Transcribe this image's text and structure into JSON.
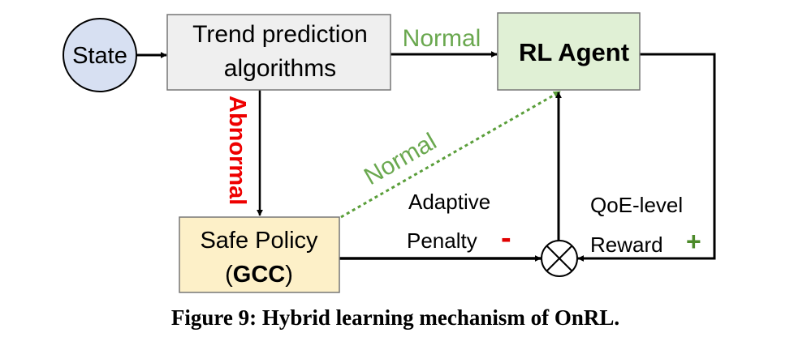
{
  "diagram": {
    "nodes": {
      "state": {
        "label": "State"
      },
      "trend": {
        "line1": "Trend prediction",
        "line2": "algorithms"
      },
      "rl_agent": {
        "label": "RL Agent"
      },
      "safe_policy": {
        "line1": "Safe Policy",
        "line2_prefix": "(",
        "line2_bold": "GCC",
        "line2_suffix": ")"
      },
      "combiner": {
        "symbol": "⊗"
      }
    },
    "edges": {
      "normal_top": "Normal",
      "abnormal": "Abnormal",
      "normal_dotted": "Normal",
      "adaptive_line1": "Adaptive",
      "adaptive_line2": "Penalty",
      "minus_sign": "-",
      "qoe_line1": "QoE-level",
      "qoe_line2": "Reward",
      "plus_sign": "+"
    },
    "caption": "Figure 9: Hybrid learning mechanism of OnRL."
  },
  "colors": {
    "state_fill": "#d7e0f2",
    "trend_fill": "#efefef",
    "rl_fill": "#e0f0d5",
    "safe_fill": "#fdf0c8",
    "green_text": "#6aa84f",
    "dotted_green": "#5a9e3a",
    "red_text": "#ee0000",
    "minus_red": "#e00000",
    "plus_green": "#4c8a2a",
    "line": "#000000"
  }
}
